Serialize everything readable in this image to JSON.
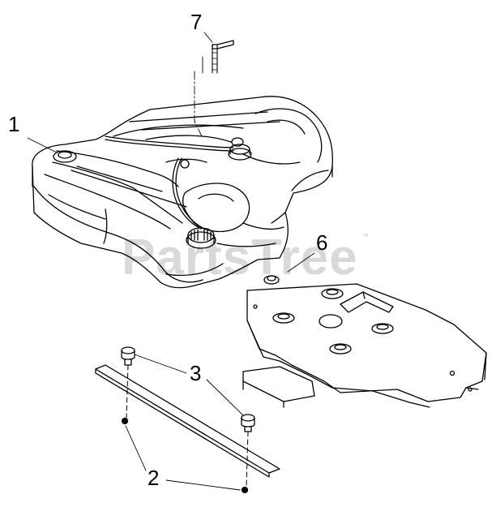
{
  "callouts": {
    "c1": "1",
    "c2": "2",
    "c3": "3",
    "c6": "6",
    "c7": "7"
  },
  "watermark": {
    "text": "PartsTree",
    "tm": "™"
  },
  "colors": {
    "line": "#000000",
    "background": "#ffffff",
    "watermark": "#d9d9d9"
  }
}
